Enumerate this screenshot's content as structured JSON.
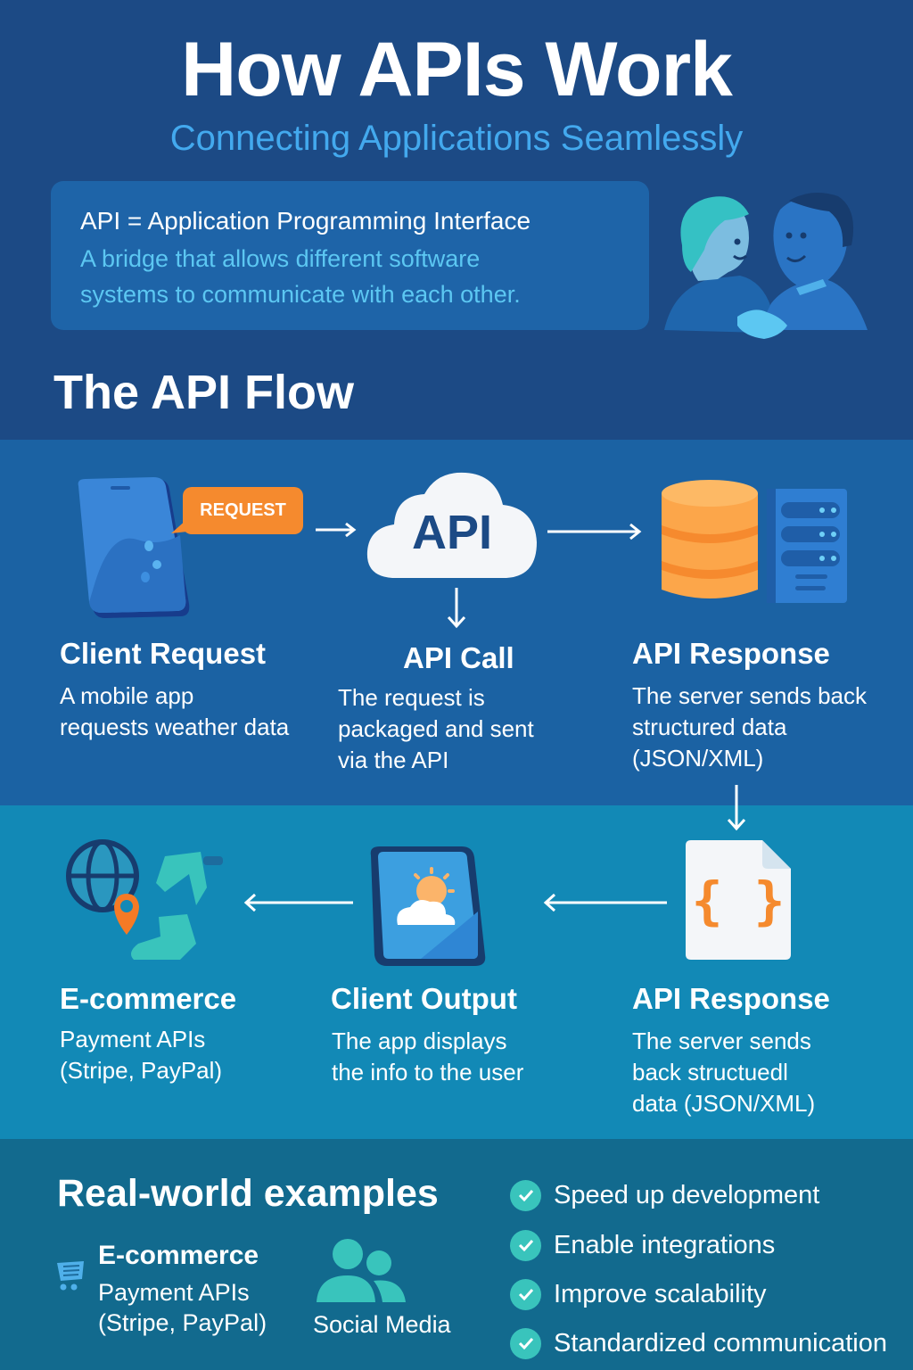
{
  "header": {
    "title": "How APIs Work",
    "subtitle": "Connecting Applications Seamlessly"
  },
  "definition": {
    "heading": "API = Application Programming Interface",
    "body_line1": "A bridge that allows different software",
    "body_line2": "systems to communicate with each other.",
    "illustration": "handshake-people-icon"
  },
  "flow": {
    "title": "The API Flow",
    "request_label": "REQUEST",
    "cloud_label": "API",
    "steps": [
      {
        "title": "Client Request",
        "desc": [
          "A mobile app",
          "requests weather data"
        ],
        "icon": "smartphone-icon"
      },
      {
        "title": "API Call",
        "desc": [
          "The request is",
          "packaged and sent",
          "via the API"
        ],
        "icon": "cloud-icon"
      },
      {
        "title": "API Response",
        "desc": [
          "The server sends back",
          "structured data",
          "(JSON/XML)"
        ],
        "icon": "database-server-icon"
      }
    ]
  },
  "output": {
    "steps": [
      {
        "title": "E-commerce",
        "desc": [
          "Payment APIs",
          "(Stripe, PayPal)"
        ],
        "icon": "travel-globe-icon"
      },
      {
        "title": "Client Output",
        "desc": [
          "The app displays",
          "the info to the user"
        ],
        "icon": "weather-tablet-icon"
      },
      {
        "title": "API Response",
        "desc": [
          "The server sends",
          "back structuedl",
          "data (JSON/XML)"
        ],
        "icon": "json-file-icon"
      }
    ],
    "json_glyph": "{ }"
  },
  "examples": {
    "title": "Real-world examples",
    "items": [
      {
        "title": "E-commerce",
        "desc": [
          "Payment APIs",
          "(Stripe, PayPal)"
        ],
        "icon": "shopping-cart-icon"
      },
      {
        "title": "Social Media",
        "icon": "users-icon"
      }
    ],
    "benefits": [
      "Speed up development",
      "Enable integrations",
      "Improve scalability",
      "Standardized communication"
    ]
  },
  "colors": {
    "top_bg": "#1c4a85",
    "flow_bg": "#1b62a3",
    "output_bg": "#1289b6",
    "examples_bg": "#126a8e",
    "accent_orange": "#f58a2e",
    "accent_light_blue": "#43a9ee",
    "accent_teal": "#39c4bc"
  }
}
